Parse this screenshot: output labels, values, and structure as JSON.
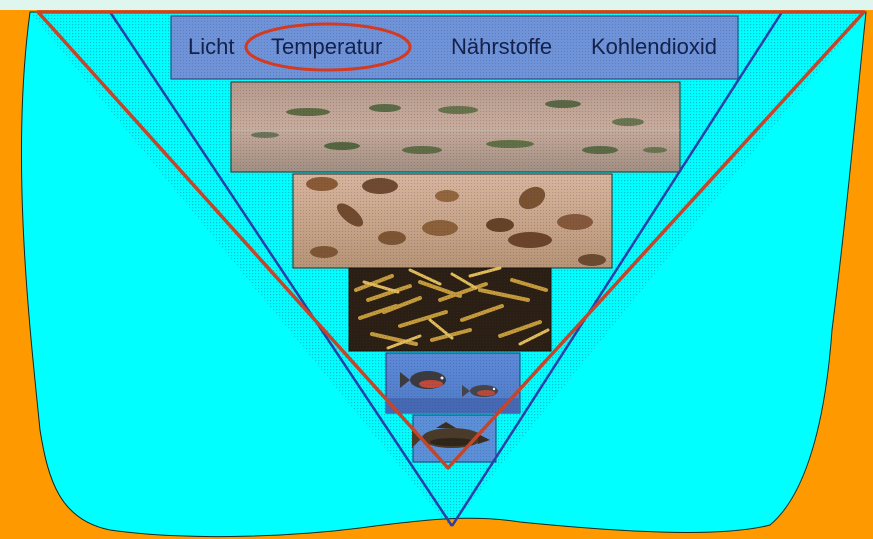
{
  "factors": {
    "light": "Licht",
    "temperature": "Temperatur",
    "nutrients": "Nährstoffe",
    "carbon_dioxide": "Kohlendioxid"
  },
  "highlighted_factor": "temperature",
  "levels": [
    {
      "image": "phytoplankton-photo"
    },
    {
      "image": "zooplankton-photo"
    },
    {
      "image": "small-crustaceans-photo"
    },
    {
      "image": "small-fish-photo"
    },
    {
      "image": "predatory-fish-photo"
    }
  ],
  "colors": {
    "background": "#ff9900",
    "water": "#00ffff",
    "factor_bar": "#6f93d9",
    "pyramid_blue": "#2a3fa8",
    "pyramid_red": "#c4452a",
    "highlight_ellipse": "#d23a22"
  }
}
